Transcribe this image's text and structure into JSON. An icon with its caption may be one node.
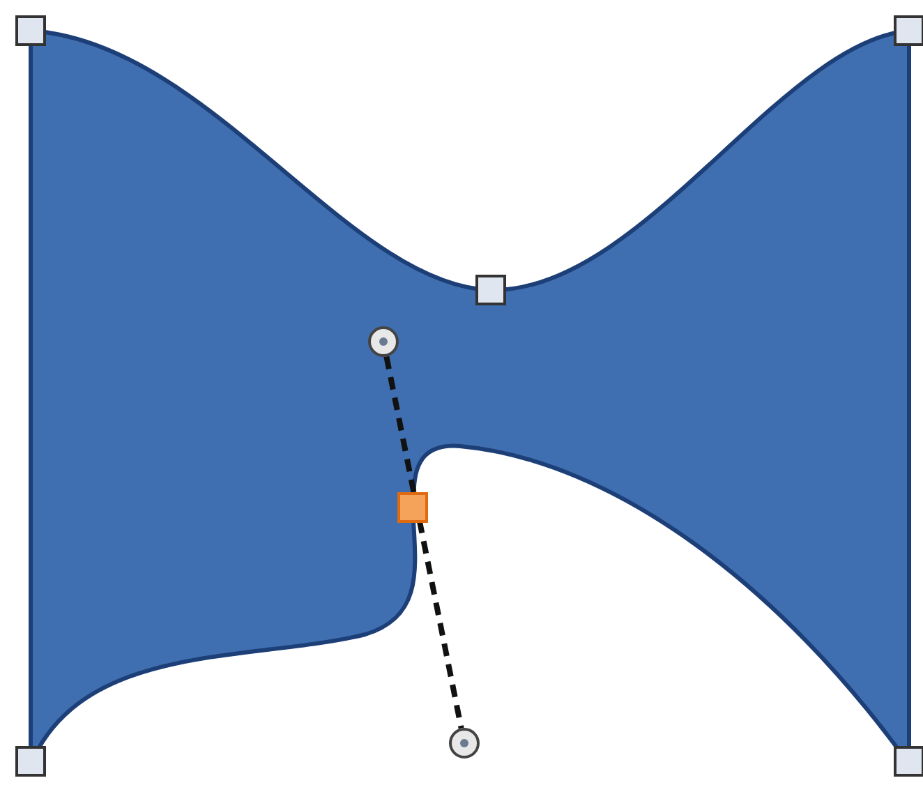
{
  "diagram": {
    "nodes": [
      {
        "text": [],
        "shape": "circle"
      },
      {
        "text": [],
        "shape": "circle"
      }
    ],
    "edges": [
      {
        "from": 0,
        "to": 1,
        "arrow": "none",
        "style": "dashed"
      }
    ]
  }
}
